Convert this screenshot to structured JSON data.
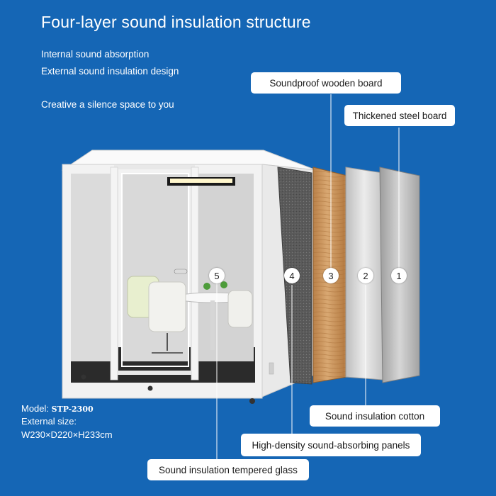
{
  "header": {
    "title": "Four-layer sound insulation structure"
  },
  "features": [
    "Internal sound absorption",
    "External sound insulation design",
    "Creative a silence space to you"
  ],
  "callouts": {
    "soundproof_wooden_board": "Soundproof wooden board",
    "thickened_steel_board": "Thickened steel board",
    "sound_insulation_cotton": "Sound insulation cotton",
    "high_density_panels": "High-density sound-absorbing panels",
    "tempered_glass": "Sound insulation tempered glass"
  },
  "badges": [
    "1",
    "2",
    "3",
    "4",
    "5"
  ],
  "specs": {
    "model_label": "Model:",
    "model_value": "STP-2300",
    "size_label": "External size:",
    "size_value": "W230×D220×H233cm"
  },
  "colors": {
    "background": "#1566b5",
    "callout_bg": "#ffffff",
    "frame": "#f2f2f2",
    "wood": "#c8935a",
    "steel": "#b9b9b9"
  }
}
